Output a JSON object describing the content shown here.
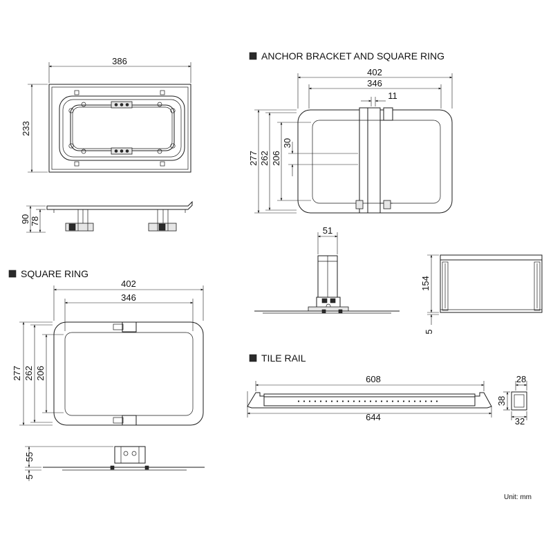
{
  "headings": {
    "anchor_bracket": "ANCHOR BRACKET AND SQUARE RING",
    "square_ring": "SQUARE RING",
    "tile_rail": "TILE RAIL"
  },
  "unit_label": "Unit: mm",
  "dims": {
    "top_width": "386",
    "top_height": "233",
    "side_90": "90",
    "side_78": "78",
    "ab_402": "402",
    "ab_346": "346",
    "ab_11": "11",
    "ab_277": "277",
    "ab_262": "262",
    "ab_206": "206",
    "ab_30": "30",
    "br_51": "51",
    "box_154": "154",
    "box_5": "5",
    "sr_402": "402",
    "sr_346": "346",
    "sr_277": "277",
    "sr_262": "262",
    "sr_206": "206",
    "srs_55": "55",
    "srs_5": "5",
    "tr_608": "608",
    "tr_644": "644",
    "tr_28": "28",
    "tr_38": "38",
    "tr_32": "32"
  }
}
